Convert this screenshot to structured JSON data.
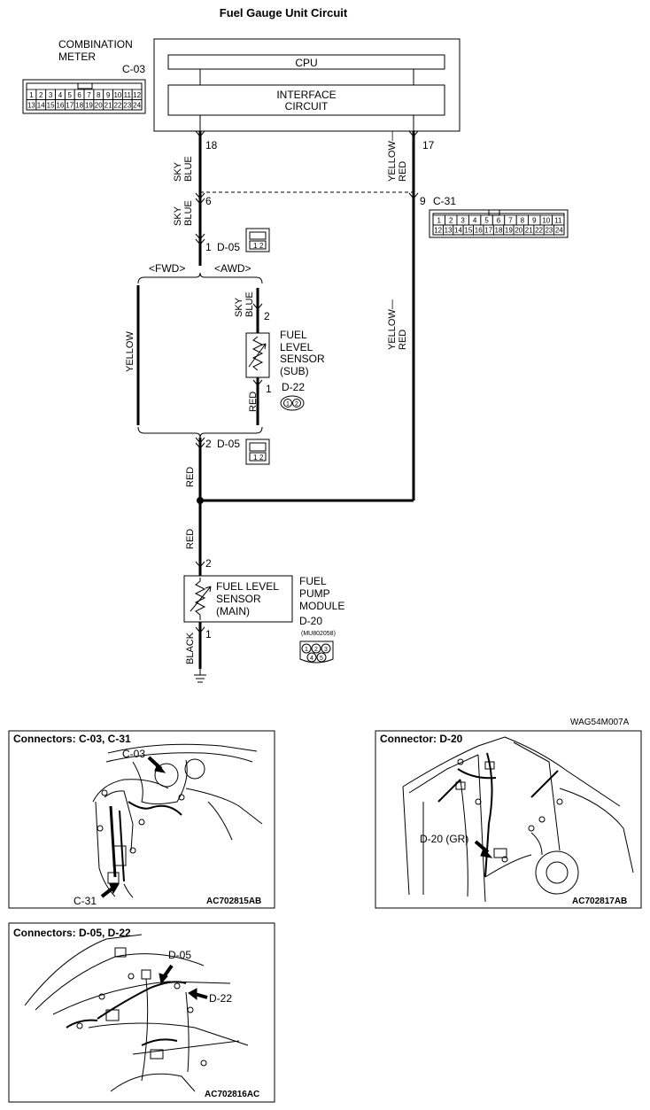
{
  "title": "Fuel Gauge Unit Circuit",
  "doc_code": "WAG54M007A",
  "meter": {
    "name_line1": "COMBINATION",
    "name_line2": "METER",
    "connector": "C-03",
    "cpu": "CPU",
    "interface_line1": "INTERFACE",
    "interface_line2": "CIRCUIT",
    "pin_top": [
      "1",
      "2",
      "3",
      "4",
      "5",
      "6",
      "7",
      "8",
      "9",
      "10",
      "11",
      "12"
    ],
    "pin_bottom": [
      "13",
      "14",
      "15",
      "16",
      "17",
      "18",
      "19",
      "20",
      "21",
      "22",
      "23",
      "24"
    ]
  },
  "pins": {
    "p18": "18",
    "p17": "17",
    "p6": "6",
    "p9": "9",
    "p1_d05": "1",
    "p2_sub": "2",
    "p1_sub": "1",
    "p2_d05": "2",
    "p2_main": "2",
    "p1_main": "1"
  },
  "connectors": {
    "c31": "C-31",
    "d05_a": "D-05",
    "d05_b": "D-05",
    "d22": "D-22",
    "d20": "D-20",
    "d20_part": "(MU802058)",
    "c31_top": [
      "1",
      "2",
      "3",
      "4",
      "5",
      "6",
      "7",
      "8",
      "9",
      "10",
      "11"
    ],
    "c31_bottom": [
      "12",
      "13",
      "14",
      "15",
      "16",
      "17",
      "18",
      "19",
      "20",
      "21",
      "22",
      "23",
      "24"
    ]
  },
  "variants": {
    "fwd": "<FWD>",
    "awd": "<AWD>"
  },
  "wires": {
    "sky": "SKY",
    "blue": "BLUE",
    "yellow": "YELLOW",
    "yellow_dash": "YELLOW—",
    "red": "RED",
    "black": "BLACK"
  },
  "sensor_sub": [
    "FUEL",
    "LEVEL",
    "SENSOR",
    "(SUB)"
  ],
  "sensor_main": [
    "FUEL LEVEL",
    "SENSOR",
    "(MAIN)"
  ],
  "pump_module": [
    "FUEL",
    "PUMP",
    "MODULE"
  ],
  "panels": [
    {
      "title": "Connectors: C-03, C-31",
      "code": "AC702815AB",
      "callouts": [
        "C-03",
        "C-31"
      ]
    },
    {
      "title": "Connector: D-20",
      "code": "AC702817AB",
      "callouts": [
        "D-20 (GR)"
      ]
    },
    {
      "title": "Connectors: D-05, D-22",
      "code": "AC702816AC",
      "callouts": [
        "D-05",
        "D-22"
      ]
    }
  ]
}
